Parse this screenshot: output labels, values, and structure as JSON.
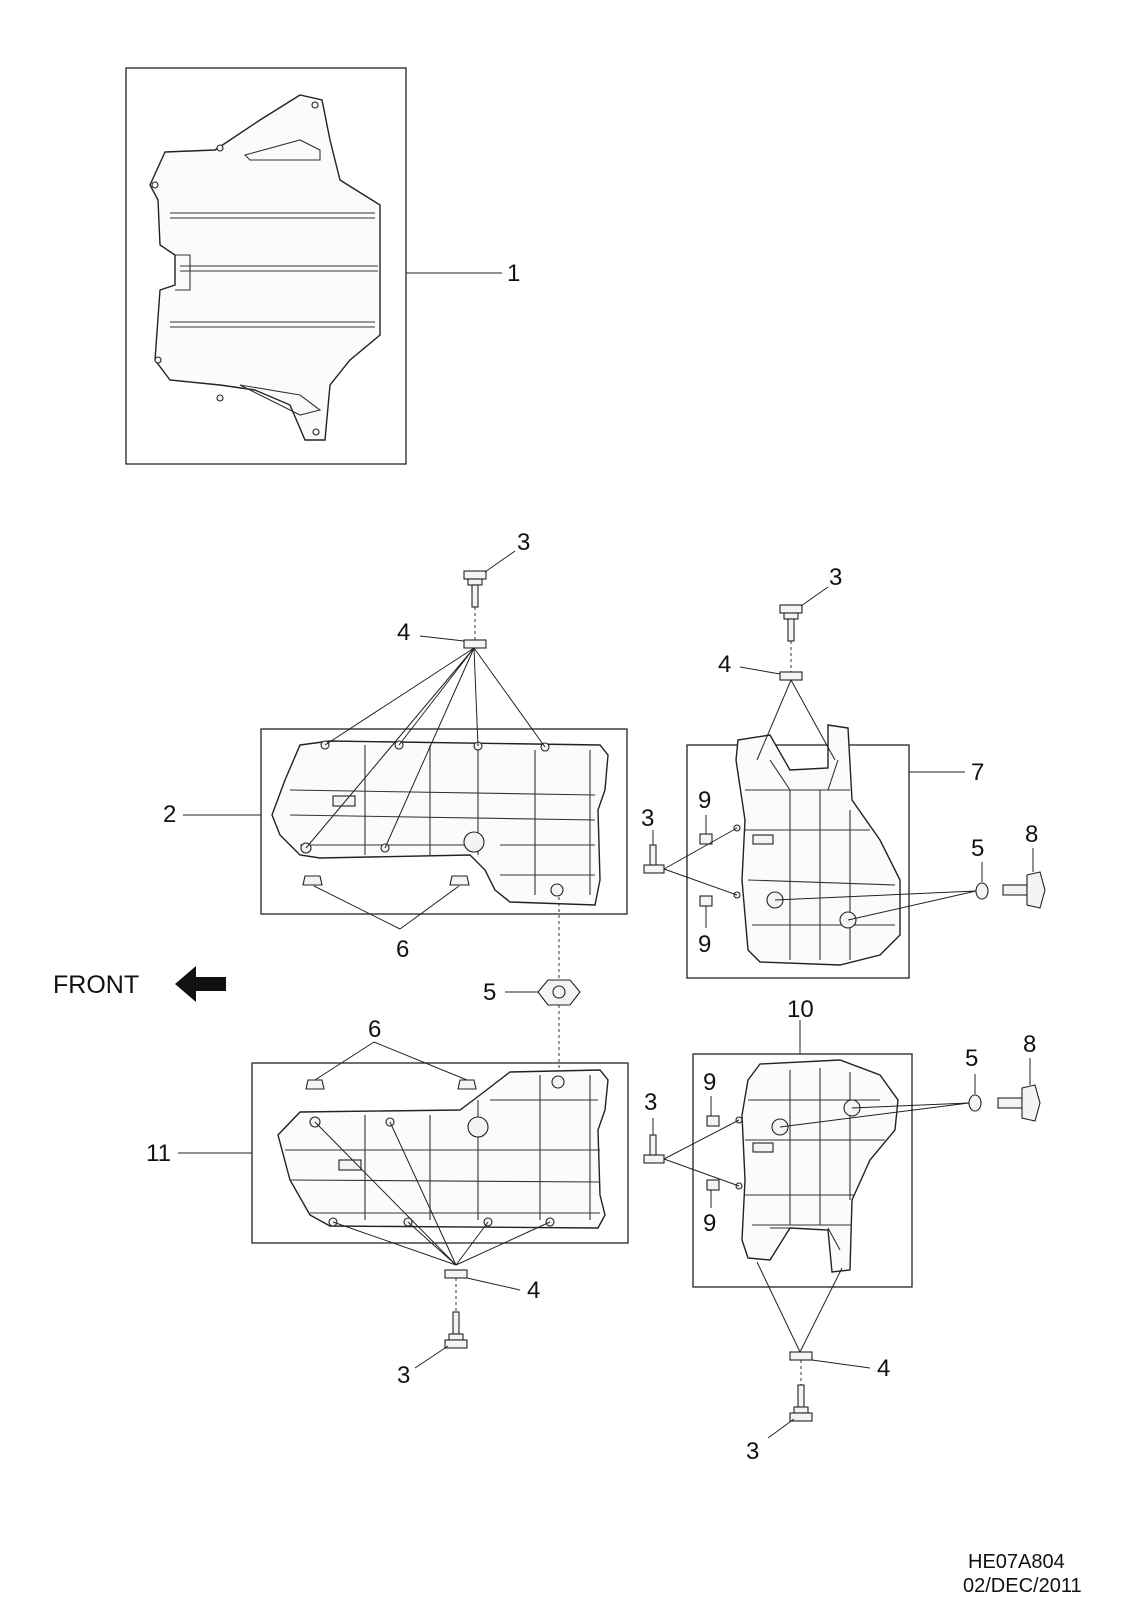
{
  "diagram": {
    "front_label": "FRONT",
    "callouts": {
      "c1": "1",
      "c2": "2",
      "c3_a": "3",
      "c4_a": "4",
      "c3_b": "3",
      "c4_b": "4",
      "c7": "7",
      "c9_a": "9",
      "c3_c": "3",
      "c5_a": "5",
      "c8_a": "8",
      "c9_b": "9",
      "c6_a": "6",
      "c5_b": "5",
      "c6_b": "6",
      "c10": "10",
      "c11": "11",
      "c9_c": "9",
      "c3_d": "3",
      "c5_c": "5",
      "c8_b": "8",
      "c9_d": "9",
      "c4_c": "4",
      "c3_e": "3",
      "c4_d": "4",
      "c3_f": "3"
    },
    "footer": {
      "code": "HE07A804",
      "date": "02/DEC/2011"
    }
  }
}
